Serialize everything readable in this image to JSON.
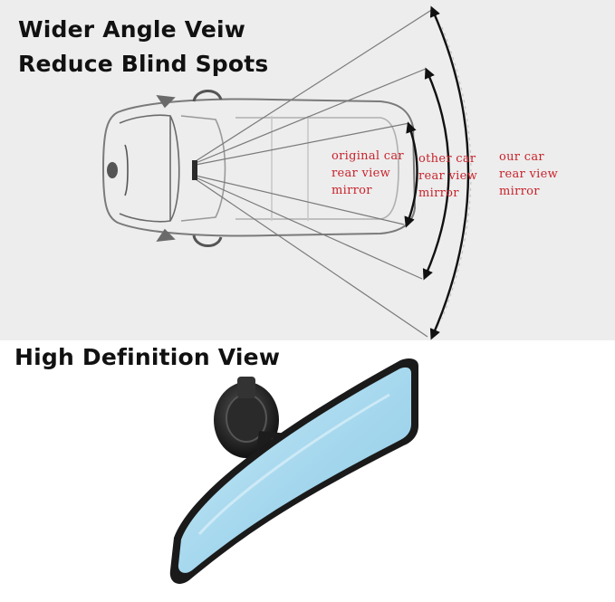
{
  "headlines": {
    "wide_angle": "Wider Angle Veiw",
    "blind_spots": "Reduce Blind Spots",
    "hd_view": "High Definition View"
  },
  "view_labels": {
    "original": [
      "original car",
      "rear view",
      "mirror"
    ],
    "other": [
      "other car",
      "rear view",
      "mirror"
    ],
    "ours": [
      "our car",
      "rear view",
      "mirror"
    ]
  },
  "colors": {
    "label_red": "#c8232b",
    "mirror_blue": "#9fd3ea",
    "frame_black": "#1a1a1a",
    "top_background": "#ededed"
  },
  "icons": [
    "car-top-view-icon",
    "view-arrow-icon",
    "suction-cup-mount-icon"
  ]
}
